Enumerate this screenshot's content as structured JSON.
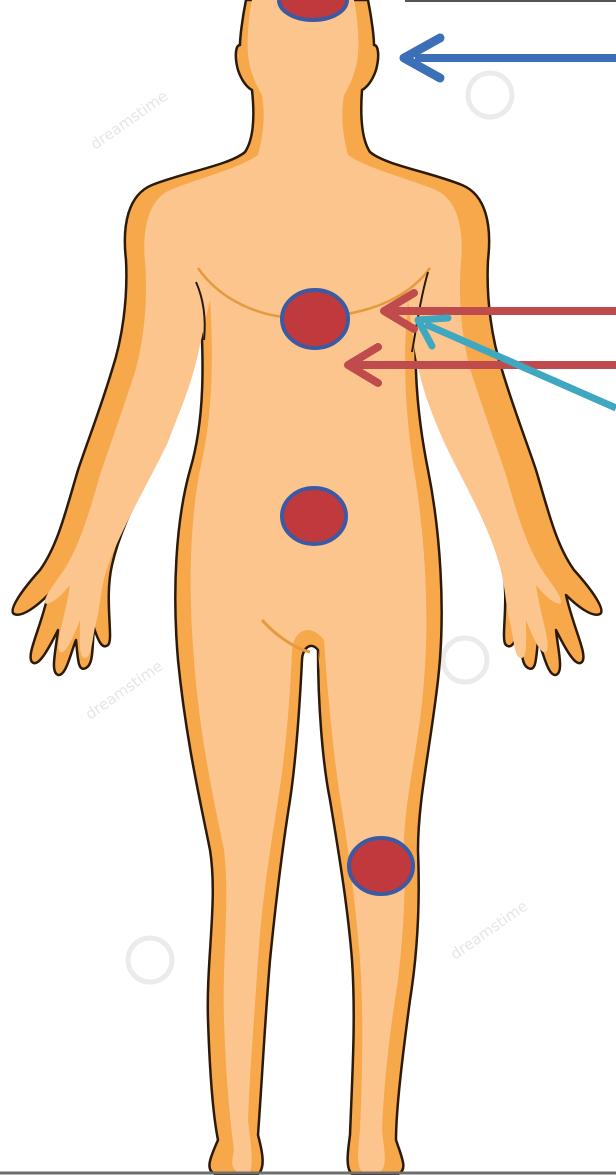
{
  "figure": {
    "skin_light": "#fcc58e",
    "skin_dark": "#f6a84b",
    "outline": "#2b1a08",
    "marker_fill": "#c0393c",
    "marker_stroke": "#3c5aa4",
    "arrow_blue": "#3b70b8",
    "arrow_red": "#bf4b4c",
    "arrow_teal": "#3fa7c0"
  },
  "markers": [
    {
      "name": "marker-head",
      "region": "head"
    },
    {
      "name": "marker-chest",
      "region": "solar plexus"
    },
    {
      "name": "marker-abdomen",
      "region": "abdomen"
    },
    {
      "name": "marker-knee",
      "region": "left knee"
    }
  ],
  "arrows": [
    {
      "name": "arrow-head-blue",
      "color": "blue"
    },
    {
      "name": "arrow-chest-red-upper",
      "color": "red"
    },
    {
      "name": "arrow-chest-red-lower",
      "color": "red"
    },
    {
      "name": "arrow-chest-teal",
      "color": "teal"
    }
  ],
  "watermark": {
    "brand": "dreamstime"
  }
}
